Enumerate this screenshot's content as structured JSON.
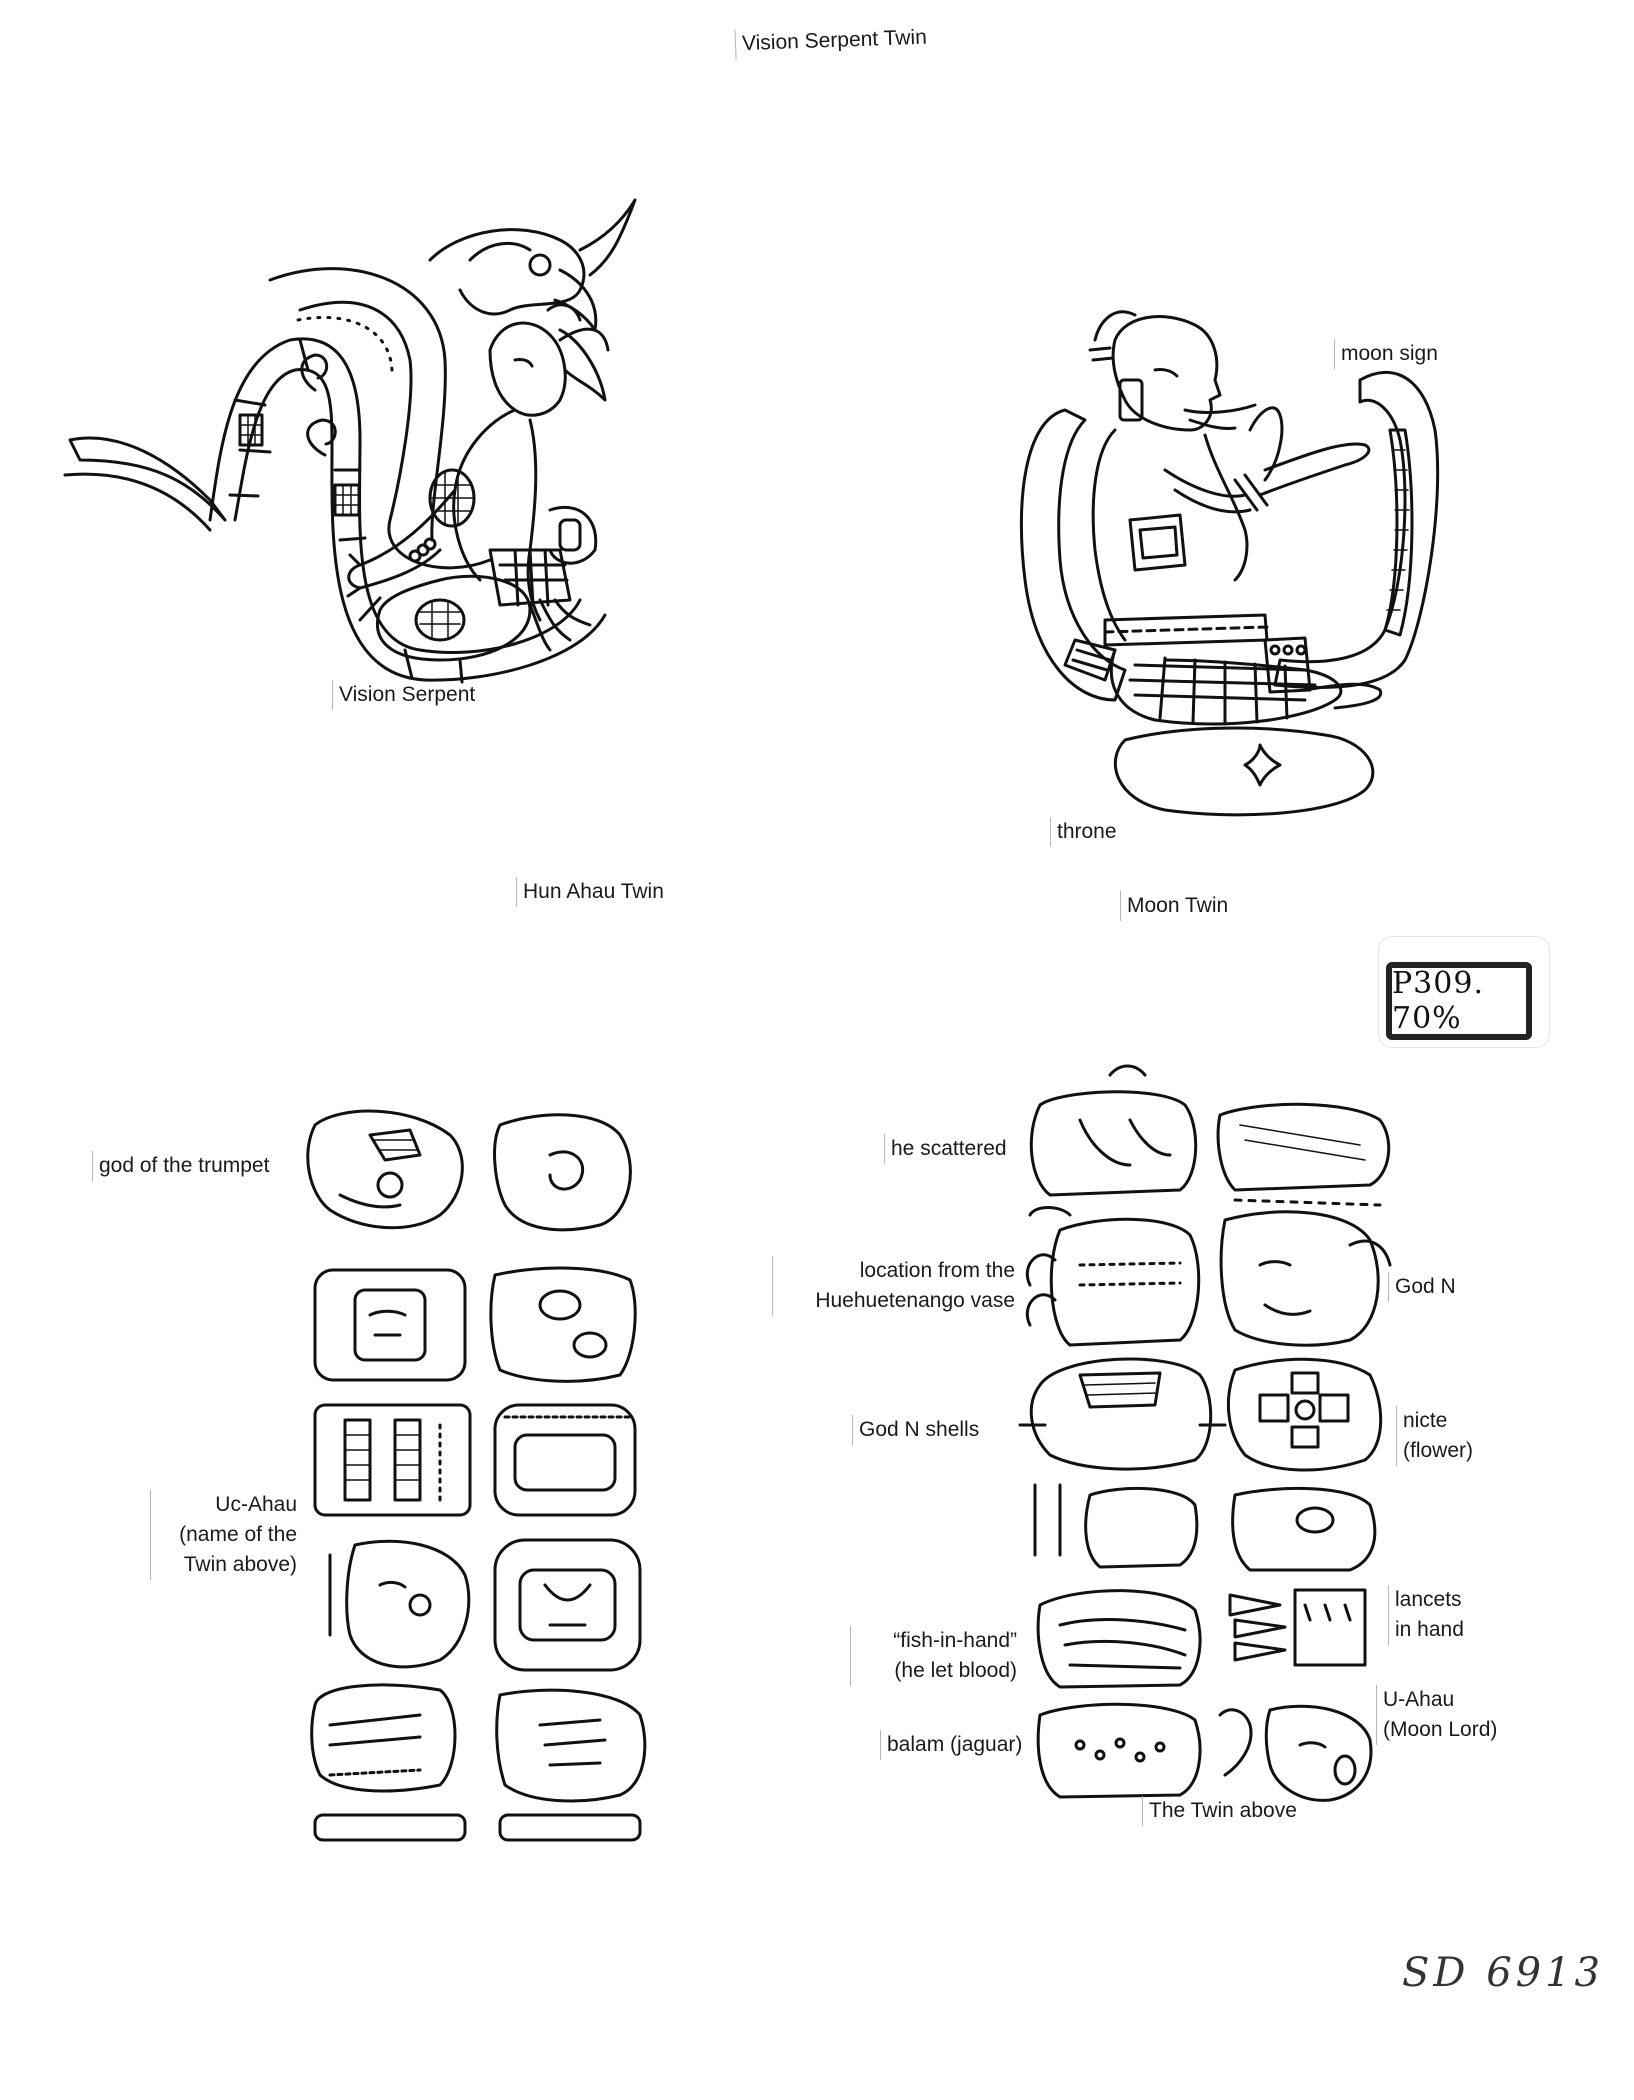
{
  "title": "Vision Serpent Twin",
  "upper_left_labels": {
    "vision_serpent": "Vision Serpent",
    "hun_ahau_twin": "Hun Ahau Twin"
  },
  "upper_right_labels": {
    "moon_sign": "moon sign",
    "throne": "throne",
    "moon_twin": "Moon Twin"
  },
  "lower_left_labels": {
    "god_of_trumpet": "god of the trumpet",
    "uc_ahau": [
      "Uc-Ahau",
      "(name of the",
      "Twin above)"
    ]
  },
  "lower_right_labels": {
    "he_scattered": "he scattered",
    "location": [
      "location from the",
      "Huehuetenango vase"
    ],
    "god_n": "God N",
    "god_n_shells": "God N shells",
    "nicte": [
      "nicte",
      "(flower)"
    ],
    "lancets": [
      "lancets",
      "in hand"
    ],
    "fish_in_hand": [
      "“fish-in-hand”",
      "(he let blood)"
    ],
    "u_ahau": [
      "U-Ahau",
      "(Moon Lord)"
    ],
    "balam": "balam (jaguar)",
    "twin_above": "The Twin above"
  },
  "stamp": "P309. 70%",
  "catalog_number": "SD 6913"
}
